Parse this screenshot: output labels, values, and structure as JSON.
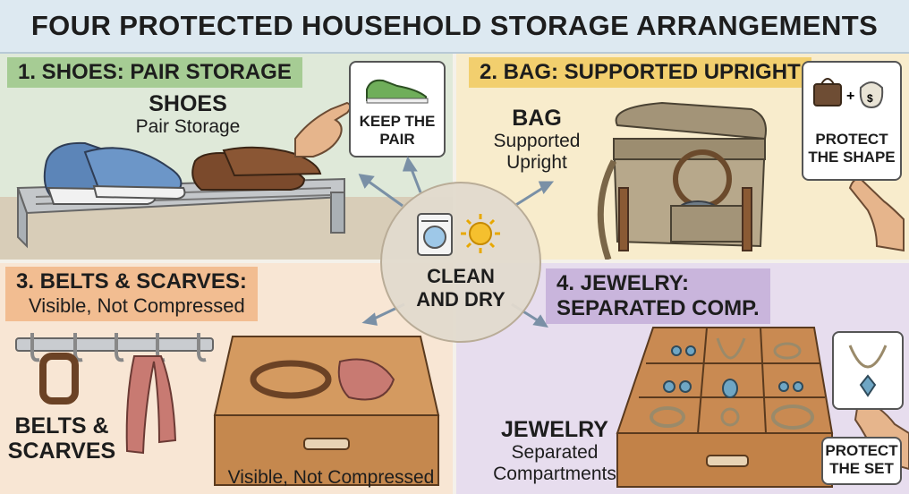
{
  "title": "FOUR PROTECTED HOUSEHOLD STORAGE ARRANGEMENTS",
  "center": {
    "label_line1": "CLEAN",
    "label_line2": "AND DRY",
    "icons": [
      "washing-machine-icon",
      "sun-icon"
    ]
  },
  "panels": [
    {
      "title": "1. SHOES: PAIR STORAGE",
      "label": "SHOES",
      "sublabel": "Pair Storage",
      "callout_line1": "KEEP THE",
      "callout_line2": "PAIR",
      "color": "#dfe9d9",
      "accent": "#a6cc94"
    },
    {
      "title": "2. BAG: SUPPORTED UPRIGHT",
      "label": "BAG",
      "sublabel_line1": "Supported",
      "sublabel_line2": "Upright",
      "callout_line1": "PROTECT",
      "callout_line2": "THE SHAPE",
      "color": "#f8eccc",
      "accent": "#f2cf6e"
    },
    {
      "title": "3. BELTS & SCARVES:",
      "subtitle": "Visible, Not Compressed",
      "label_line1": "BELTS &",
      "label_line2": "SCARVES",
      "caption": "Visible, Not Compressed",
      "color": "#f8e6d4",
      "accent": "#f2bd91"
    },
    {
      "title_line1": "4. JEWELRY:",
      "title_line2": "SEPARATED COMP.",
      "label": "JEWELRY",
      "sublabel_line1": "Separated",
      "sublabel_line2": "Compartments",
      "callout_line1": "PROTECT",
      "callout_line2": "THE SET",
      "color": "#e7ddee",
      "accent": "#c9b5dc"
    }
  ]
}
